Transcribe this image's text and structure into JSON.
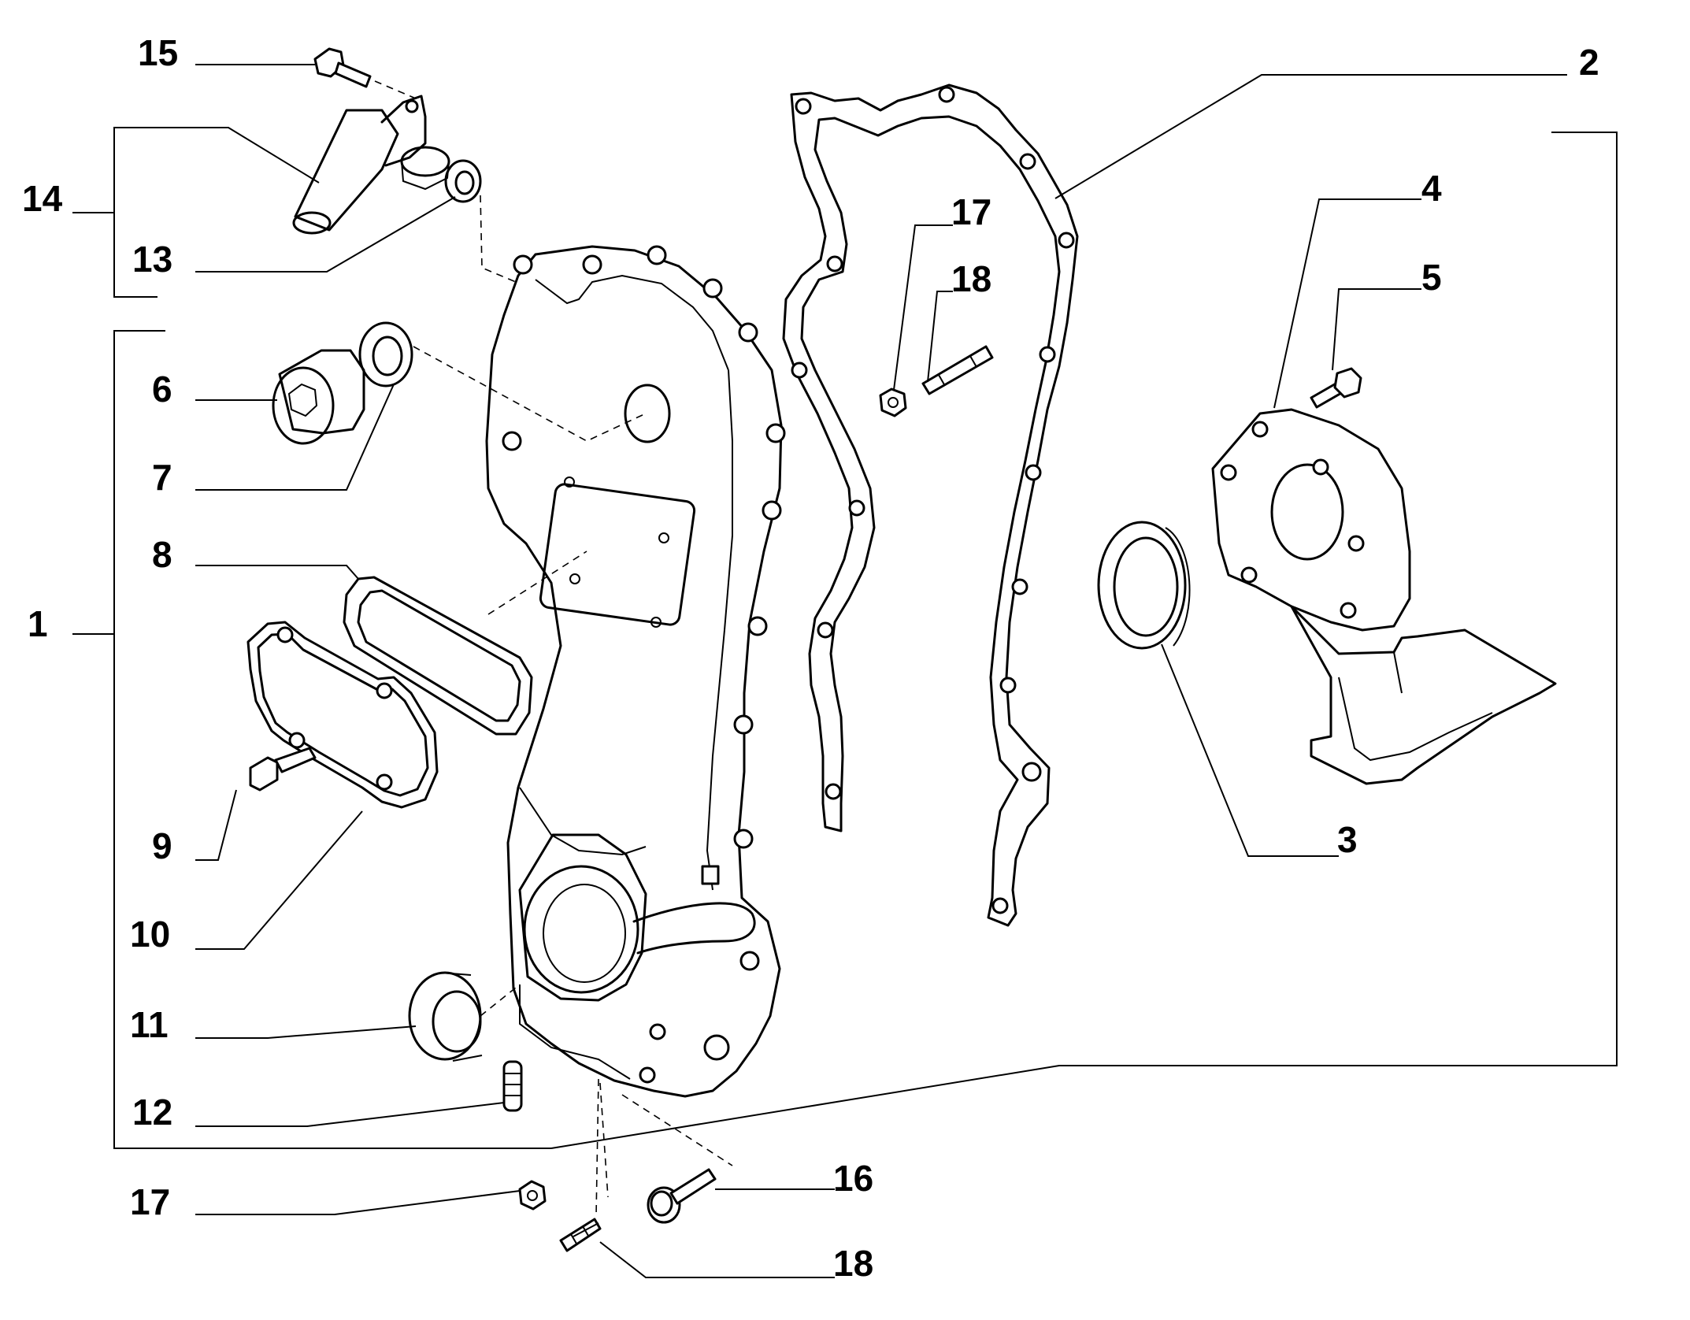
{
  "callouts": {
    "c1": "1",
    "c2": "2",
    "c3": "3",
    "c4": "4",
    "c5": "5",
    "c6": "6",
    "c7": "7",
    "c8": "8",
    "c9": "9",
    "c10": "10",
    "c11": "11",
    "c12": "12",
    "c13": "13",
    "c14": "14",
    "c15": "15",
    "c16": "16",
    "c17a": "17",
    "c17b": "17",
    "c18a": "18",
    "c18b": "18"
  },
  "colors": {
    "ink": "#000000",
    "paper": "#ffffff"
  }
}
